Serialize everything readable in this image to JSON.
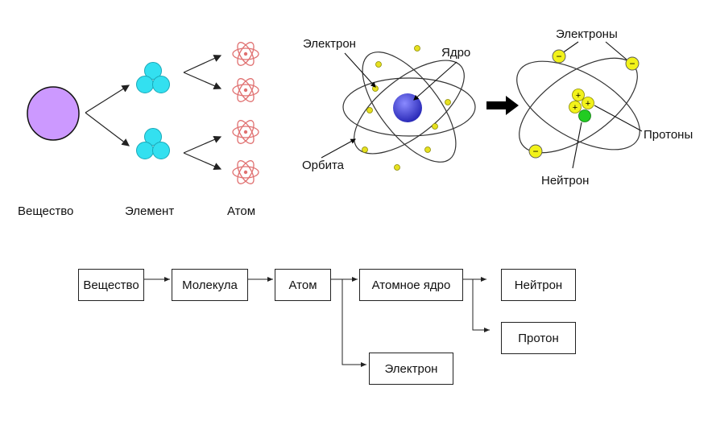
{
  "top": {
    "substance_label": "Вещество",
    "element_label": "Элемент",
    "atom_label": "Атом",
    "atom_diagram": {
      "electron_label": "Электрон",
      "nucleus_label": "Ядро",
      "orbit_label": "Орбита"
    },
    "nucleus_diagram": {
      "electrons_label": "Электроны",
      "protons_label": "Протоны",
      "neutron_label": "Нейтрон",
      "proton_sign": "+",
      "electron_sign": "−"
    }
  },
  "flowchart": {
    "nodes": {
      "substance": "Вещество",
      "molecule": "Молекула",
      "atom": "Атом",
      "nucleus": "Атомное ядро",
      "neutron": "Нейтрон",
      "proton": "Протон",
      "electron": "Электрон"
    }
  },
  "colors": {
    "substance_fill": "#cc99ff",
    "element_fill": "#33e0f0",
    "atom_icon": "#e07070",
    "nucleus_fill": "#4a4ae0",
    "electron_dot": "#e6e020",
    "proton_fill": "#f2f21a",
    "neutron_fill": "#22cc22"
  }
}
